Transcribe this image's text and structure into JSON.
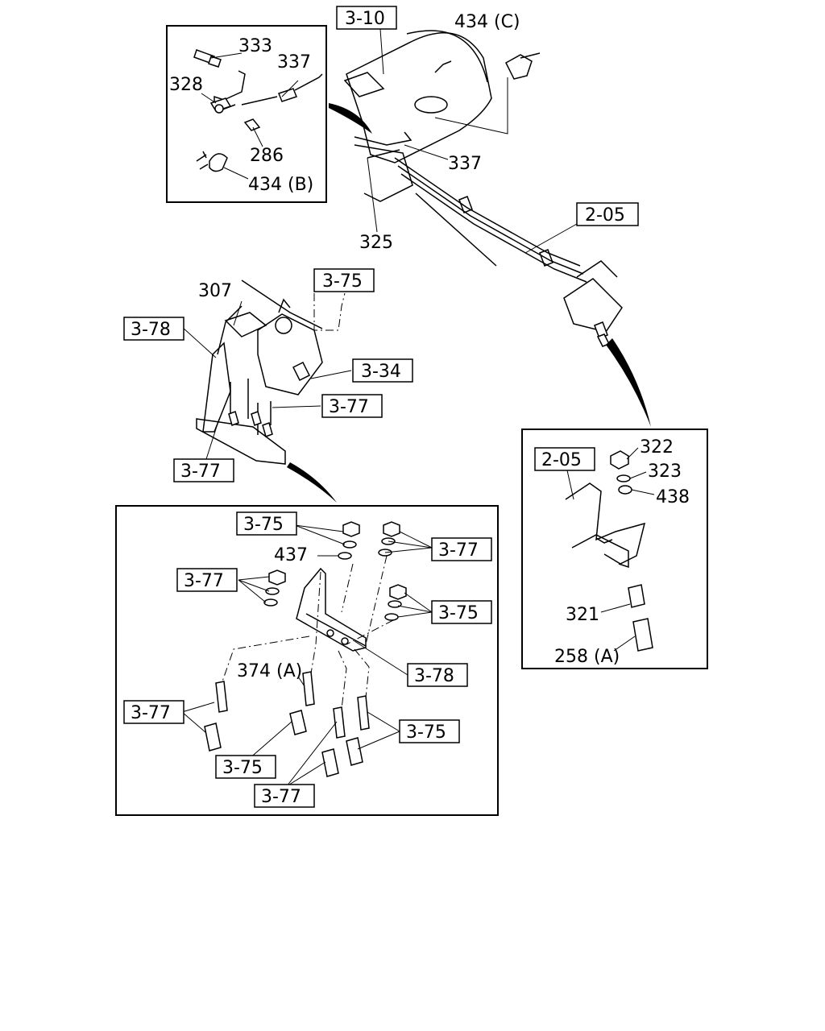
{
  "labels": {
    "p333": "333",
    "p337a": "337",
    "p328": "328",
    "p286": "286",
    "p434b": "434 (B)",
    "p434c": "434 (C)",
    "p337b": "337",
    "p325": "325",
    "p307": "307",
    "p322": "322",
    "p323": "323",
    "p438": "438",
    "p321": "321",
    "p258a": "258 (A)",
    "p437": "437",
    "p374a": "374 (A)"
  },
  "refs": {
    "r310": "3-10",
    "r205a": "2-05",
    "r375a": "3-75",
    "r378a": "3-78",
    "r334": "3-34",
    "r377a": "3-77",
    "r377b": "3-77",
    "r205b": "2-05",
    "r375b": "3-75",
    "r377c": "3-77",
    "r377d": "3-77",
    "r375c": "3-75",
    "r378b": "3-78",
    "r377e": "3-77",
    "r375d": "3-75",
    "r375e": "3-75",
    "r377f": "3-77"
  }
}
